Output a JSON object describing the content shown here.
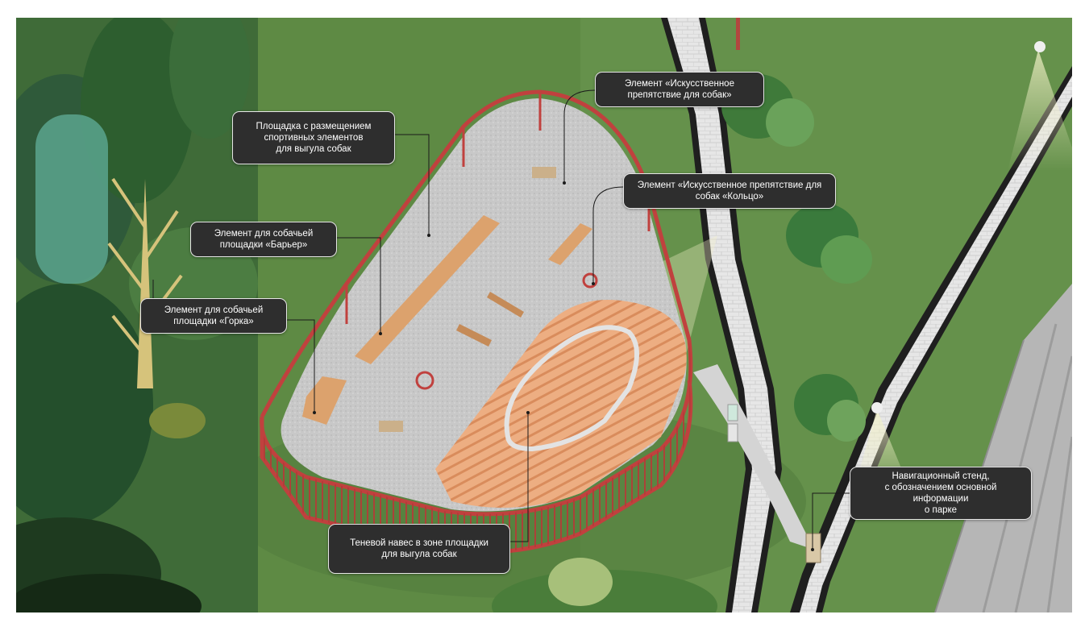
{
  "colors": {
    "lawn": "#5f8a45",
    "fence": "#c0413e",
    "deck": "#e9a477",
    "gravel": "#c9c9c9",
    "path": "#e4e4e4",
    "callout_bg": "#2e2e2e"
  },
  "callouts": [
    {
      "id": "sports-area",
      "lines": [
        "Площадка с размещением",
        "спортивных элементов",
        "для выгула собак"
      ]
    },
    {
      "id": "barrier",
      "lines": [
        "Элемент для собачьей",
        "площадки «Барьер»"
      ]
    },
    {
      "id": "slide",
      "lines": [
        "Элемент для собачьей",
        "площадки «Горка»"
      ]
    },
    {
      "id": "obstacle",
      "lines": [
        "Элемент «Искусственное",
        "препятствие для собак»"
      ]
    },
    {
      "id": "ring",
      "lines": [
        "Элемент «Искусственное препятствие для",
        "собак «Кольцо»"
      ]
    },
    {
      "id": "canopy",
      "lines": [
        "Теневой навес в зоне площадки",
        "для выгула собак"
      ]
    },
    {
      "id": "stand",
      "lines": [
        "Навигационный стенд,",
        "с обозначением основной информации",
        "о парке"
      ]
    }
  ]
}
